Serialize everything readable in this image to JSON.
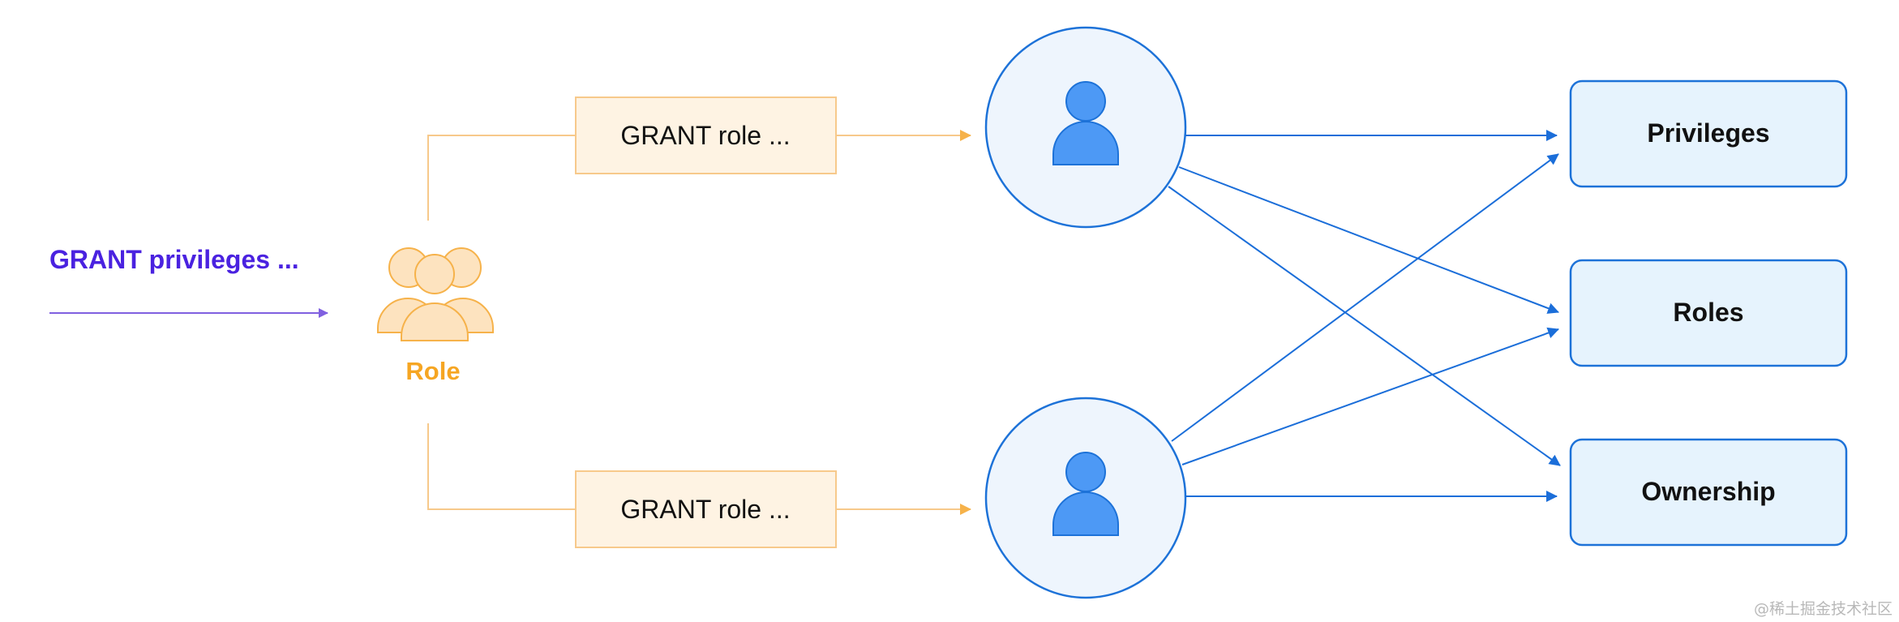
{
  "left_label": "GRANT privileges ...",
  "role": {
    "label": "Role",
    "icon": "user-group-icon"
  },
  "grant_boxes": [
    {
      "label": "GRANT role ..."
    },
    {
      "label": "GRANT role ..."
    }
  ],
  "users": [
    {
      "icon": "user-icon"
    },
    {
      "icon": "user-icon"
    }
  ],
  "targets": [
    {
      "label": "Privileges"
    },
    {
      "label": "Roles"
    },
    {
      "label": "Ownership"
    }
  ],
  "watermark": "@稀土掘金技术社区",
  "colors": {
    "grant_privileges_text": "#4a22e0",
    "grant_privileges_arrow": "#8060e0",
    "role_orange": "#f6a623",
    "role_fill": "#fde3bf",
    "grant_box_fill": "#fef3e3",
    "grant_box_stroke": "#f7c98b",
    "user_circle_fill": "#eef5fd",
    "user_stroke": "#1d72d8",
    "user_icon_fill": "#4d99f5",
    "target_fill": "#e6f3fd",
    "arrow_blue": "#1b6ed9"
  }
}
